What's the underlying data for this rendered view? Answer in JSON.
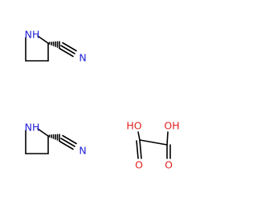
{
  "colors": {
    "bond": "#000000",
    "nitrogen": "#1f1fd6",
    "oxygen": "#e02020",
    "background": "#ffffff"
  },
  "atoms": {
    "mol1_ring_n": "NH",
    "mol1_nitrile_n": "N",
    "mol2_ring_n": "NH",
    "mol2_nitrile_n": "N",
    "oxalic_oh_left": "HO",
    "oxalic_oh_right": "OH",
    "oxalic_o_left": "O",
    "oxalic_o_right": "O"
  }
}
